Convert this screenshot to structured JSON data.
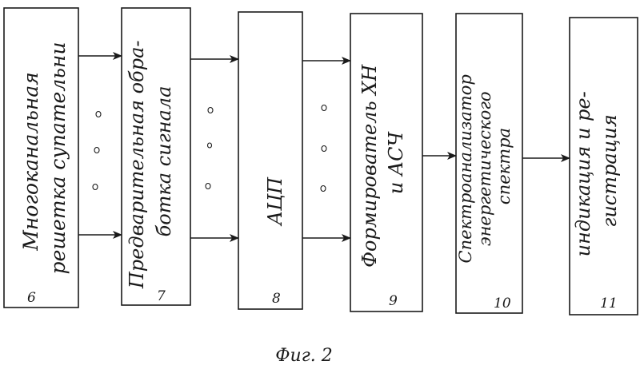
{
  "figure": {
    "caption": "Фиг. 2",
    "colors": {
      "ink": "#1a1a1a",
      "paper": "#ffffff"
    }
  },
  "blocks": [
    {
      "id": "b6",
      "number": "6",
      "lines": [
        "Многоканальная",
        "решетка супательни"
      ]
    },
    {
      "id": "b7",
      "number": "7",
      "lines": [
        "Предварительная обра-",
        "ботка сигнала"
      ]
    },
    {
      "id": "b8",
      "number": "8",
      "lines": [
        "АЦП"
      ]
    },
    {
      "id": "b9",
      "number": "9",
      "lines": [
        "Формирователь ХН",
        "и АСЧ"
      ]
    },
    {
      "id": "b10",
      "number": "10",
      "lines": [
        "Спектроанализатор",
        "энергетического",
        "спектра"
      ]
    },
    {
      "id": "b11",
      "number": "11",
      "lines": [
        "индикация и ре-",
        "гистрация"
      ]
    }
  ]
}
